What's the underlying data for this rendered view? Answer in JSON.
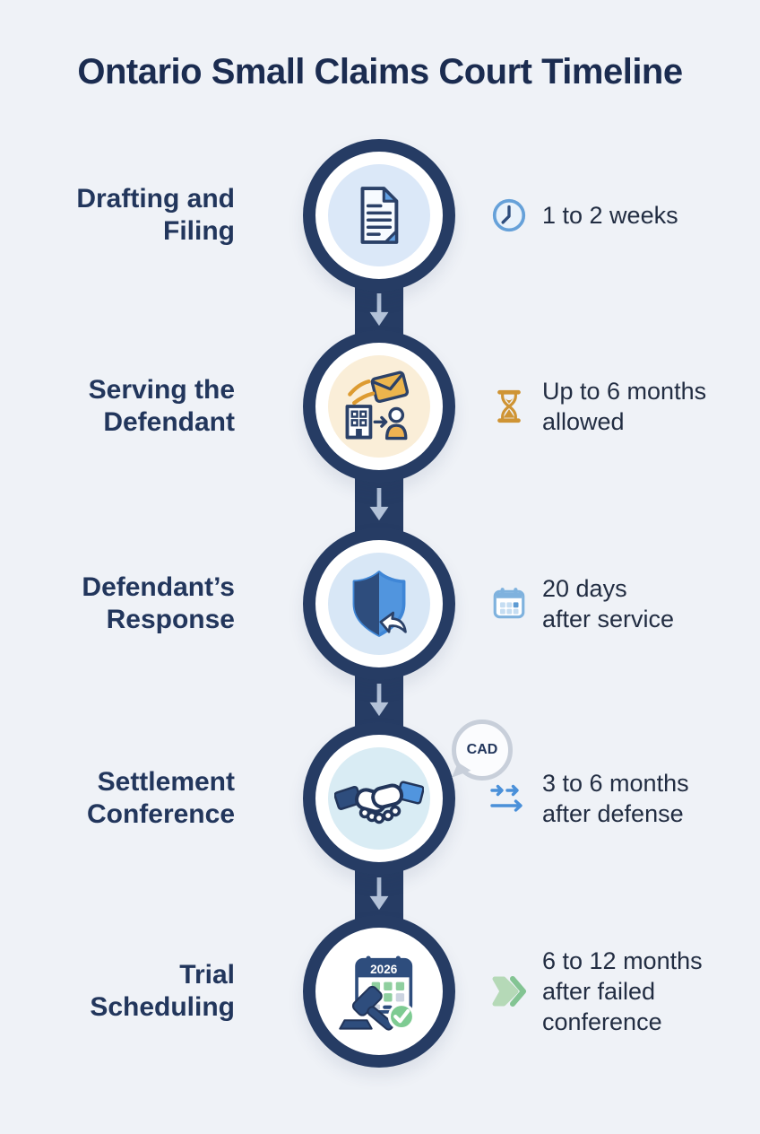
{
  "title": "Ontario Small Claims Court Timeline",
  "steps": [
    {
      "label": "Drafting and Filing",
      "icon": "document-icon",
      "duration_icon": "clock-icon",
      "duration": "1 to 2 weeks"
    },
    {
      "label": "Serving the Defendant",
      "icon": "serve-mail-building-person-icon",
      "duration_icon": "hourglass-icon",
      "duration": "Up to 6 months\nallowed"
    },
    {
      "label": "Defendant’s Response",
      "icon": "shield-reply-icon",
      "duration_icon": "calendar-icon",
      "duration": "20 days\nafter service"
    },
    {
      "label": "Settlement Conference",
      "icon": "handshake-icon",
      "duration_icon": "double-arrows-icon",
      "duration": "3 to 6 months\nafter defense",
      "badge": "CAD"
    },
    {
      "label": "Trial Scheduling",
      "icon": "gavel-calendar-icon",
      "duration_icon": "green-chevron-icon",
      "duration": "6 to 12 months\nafter failed\nconference",
      "calendar_year": "2026"
    }
  ],
  "colors": {
    "background": "#eff2f7",
    "navy": "#263c64",
    "title_text": "#1b2c50",
    "label_text": "#22365c",
    "duration_text": "#222d42",
    "accent_blue": "#4a90d9",
    "accent_gold": "#d99a2b",
    "accent_green": "#7cc28c"
  }
}
